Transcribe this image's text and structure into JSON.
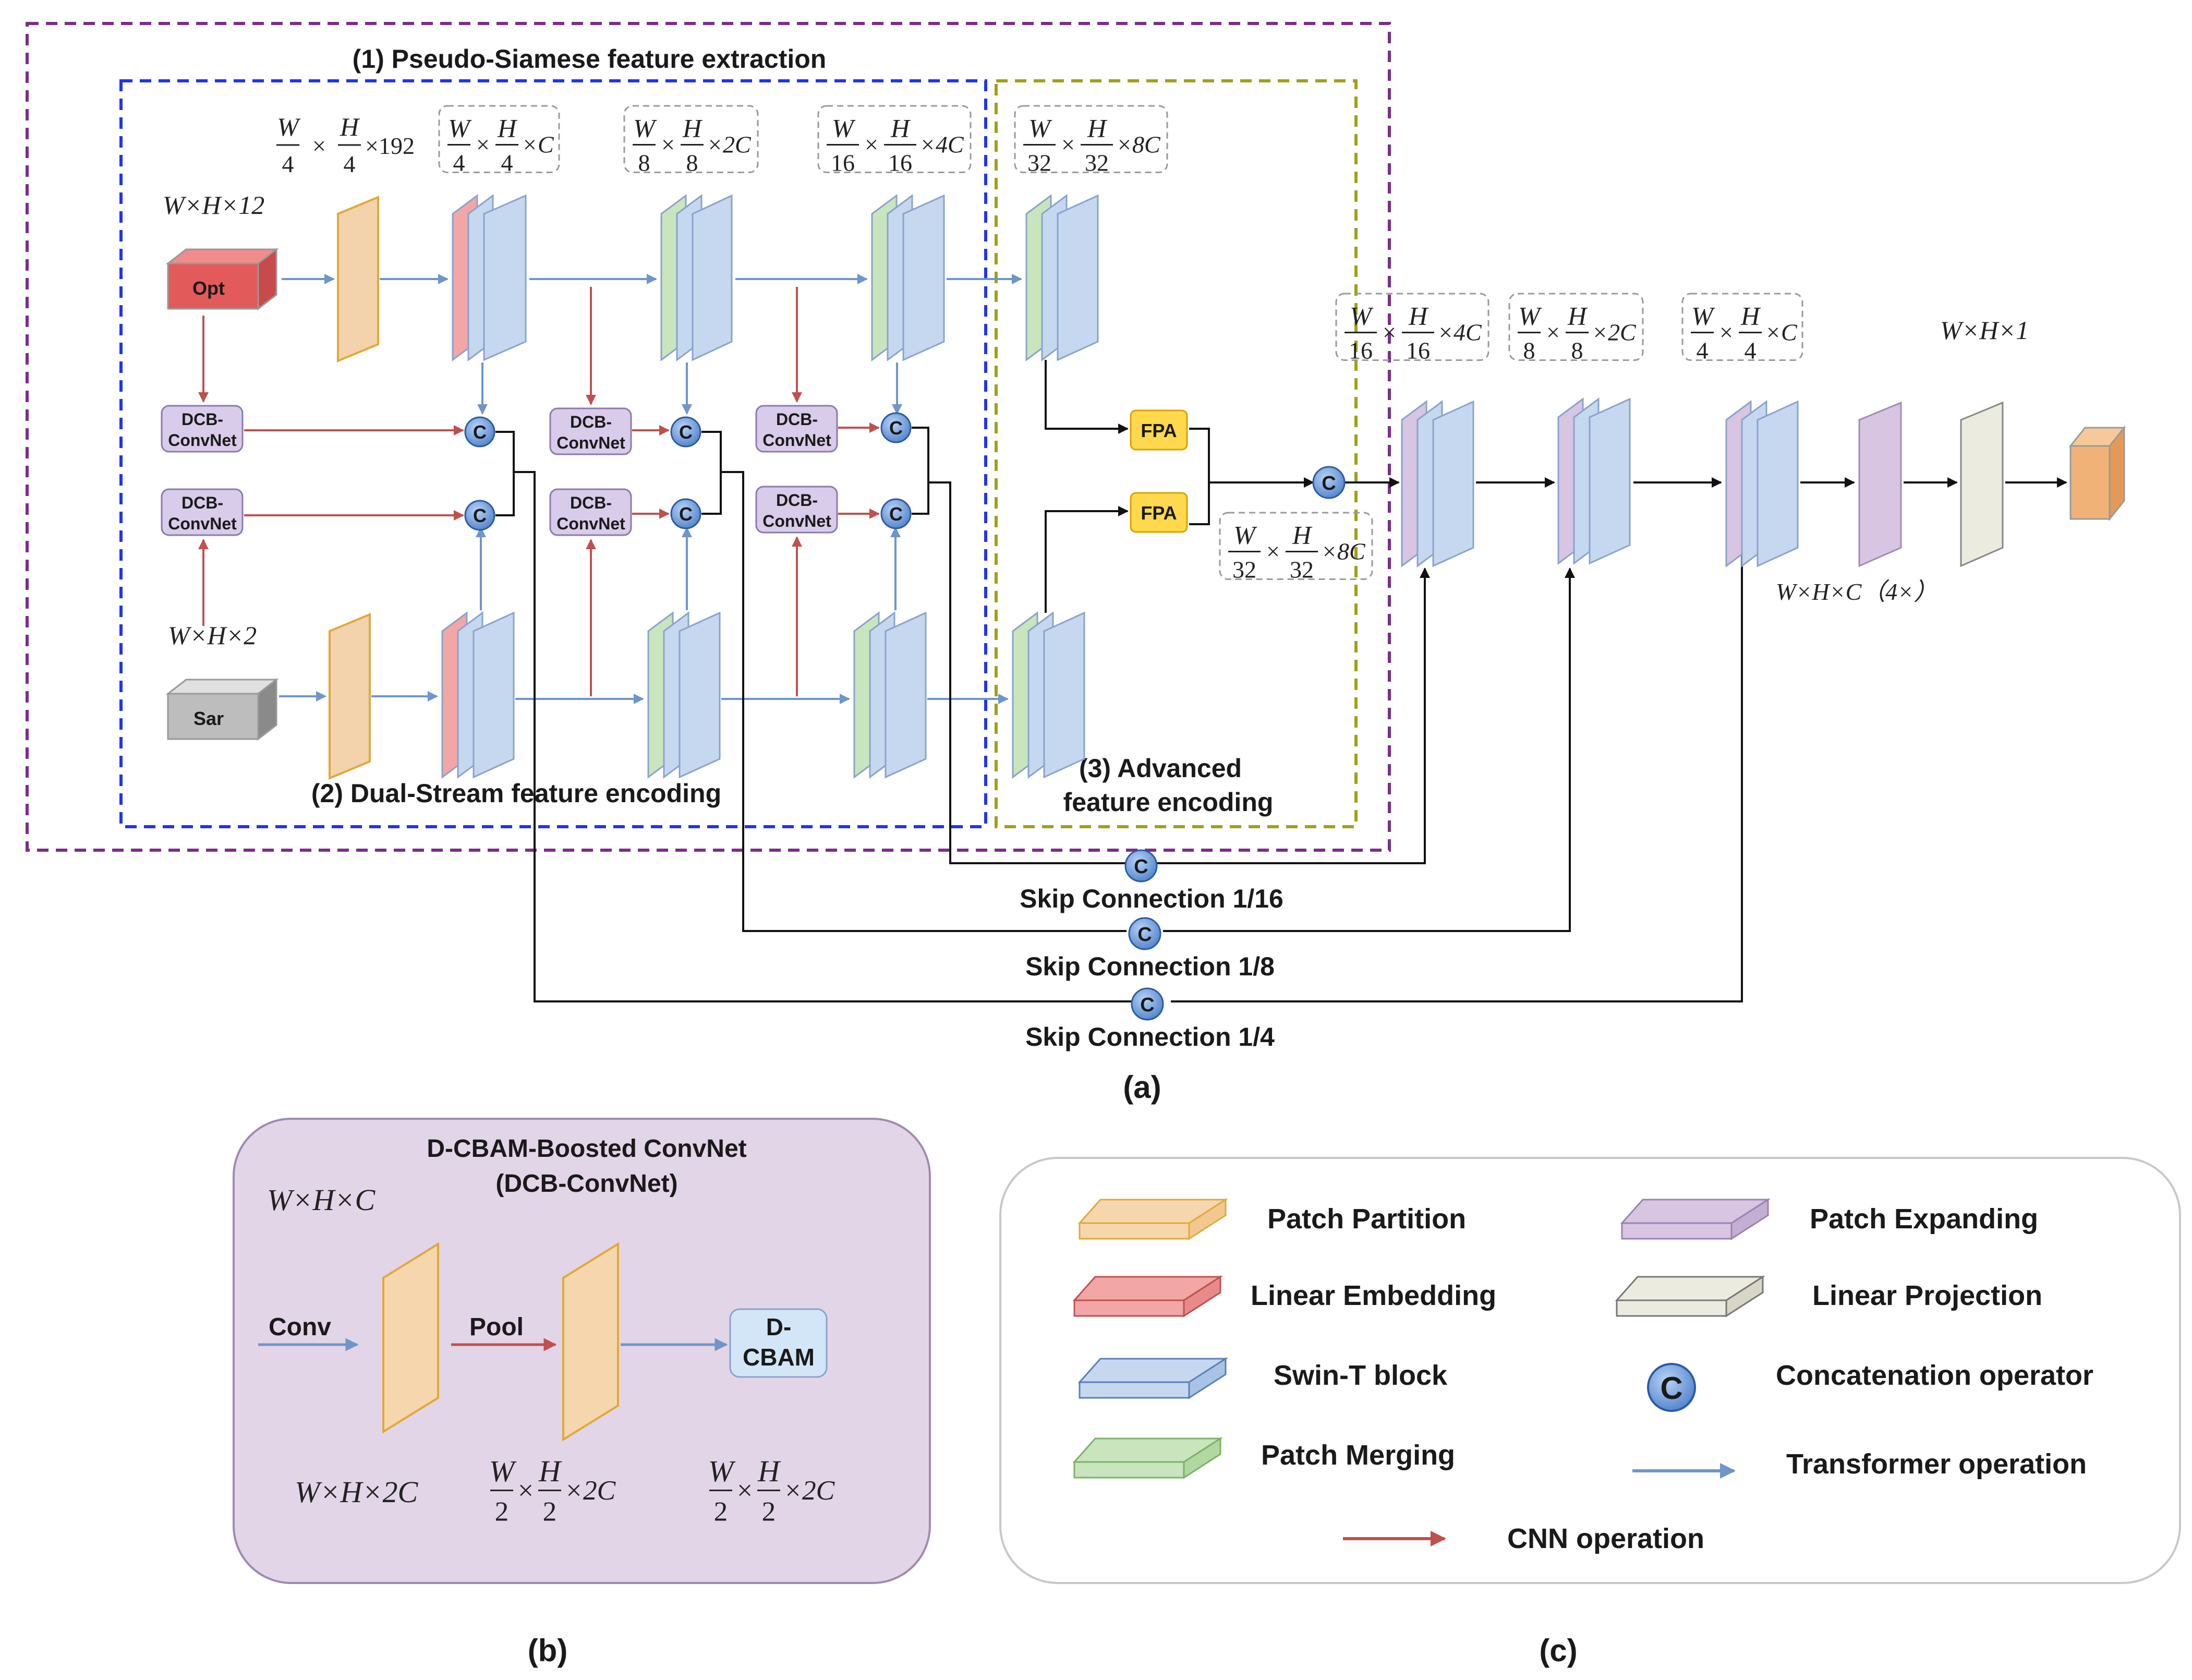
{
  "panel_a": {
    "caption": "(a)",
    "region1_title": "(1)  Pseudo-Siamese feature extraction",
    "region2_title": "(2)  Dual-Stream feature encoding",
    "region3_title_line1": "(3)  Advanced",
    "region3_title_line2": "feature encoding",
    "opt_label": "Opt",
    "sar_label": "Sar",
    "opt_dim": "W×H×12",
    "sar_dim": "W×H×2",
    "out_dim": "W×H×1",
    "expand_dim": "W×H×C（4×）",
    "dcb_label_line1": "DCB-",
    "dcb_label_line2": "ConvNet",
    "fpa_label": "FPA",
    "concat_symbol": "C",
    "skip_1_16": "Skip Connection 1/16",
    "skip_1_8": "Skip Connection 1/8",
    "skip_1_4": "Skip Connection 1/4",
    "dim_first_num_w": "W",
    "dim_first_den": "4",
    "dim_first_num_h": "H",
    "dim_first_tail": "×192",
    "dims_enc": [
      {
        "w_den": "4",
        "h_den": "4",
        "tail": "C"
      },
      {
        "w_den": "8",
        "h_den": "8",
        "tail": "2C"
      },
      {
        "w_den": "16",
        "h_den": "16",
        "tail": "4C"
      },
      {
        "w_den": "32",
        "h_den": "32",
        "tail": "8C"
      }
    ],
    "dims_dec": [
      {
        "w_den": "16",
        "h_den": "16",
        "tail": "4C"
      },
      {
        "w_den": "8",
        "h_den": "8",
        "tail": "2C"
      },
      {
        "w_den": "4",
        "h_den": "4",
        "tail": "C"
      }
    ],
    "dim_fpa": {
      "w_den": "32",
      "h_den": "32",
      "tail": "8C"
    },
    "w_letter": "W",
    "h_letter": "H",
    "times": "×"
  },
  "panel_b": {
    "caption": "(b)",
    "title_line1": "D-CBAM-Boosted ConvNet",
    "title_line2": "(DCB-ConvNet)",
    "input_dim": "W×H×C",
    "conv_label": "Conv",
    "pool_label": "Pool",
    "dcbam_line1": "D-",
    "dcbam_line2": "CBAM",
    "dim1": "W×H×2C",
    "dim2": {
      "w_den": "2",
      "h_den": "2",
      "tail": "2C"
    },
    "dim3": {
      "w_den": "2",
      "h_den": "2",
      "tail": "2C"
    }
  },
  "panel_c": {
    "caption": "(c)",
    "legend": [
      {
        "label": "Patch  Partition",
        "swatch": "#f6d7ad"
      },
      {
        "label": "Linear  Embedding",
        "swatch": "#f2a6a6"
      },
      {
        "label": "Swin-T block",
        "swatch": "#c5d8f0"
      },
      {
        "label": "Patch  Merging",
        "swatch": "#c9e5bd"
      },
      {
        "label": "Patch  Expanding",
        "swatch": "#d7c5e2"
      },
      {
        "label": "Linear  Projection",
        "swatch": "#ecebe0"
      },
      {
        "label": "Concatenation operator",
        "swatch": "#5b8fd6"
      },
      {
        "label": "Transformer operation",
        "swatch": "#6f95c9"
      },
      {
        "label": "CNN operation",
        "swatch": "#c0504d"
      }
    ]
  },
  "colors": {
    "transformer_arrow": "#6f95c9",
    "cnn_arrow": "#c0504d",
    "region1_border": "#7b2d8b",
    "region2_border": "#2233ee",
    "region3_border": "#a0a018",
    "panel_b_bg": "#e2d5e8"
  }
}
